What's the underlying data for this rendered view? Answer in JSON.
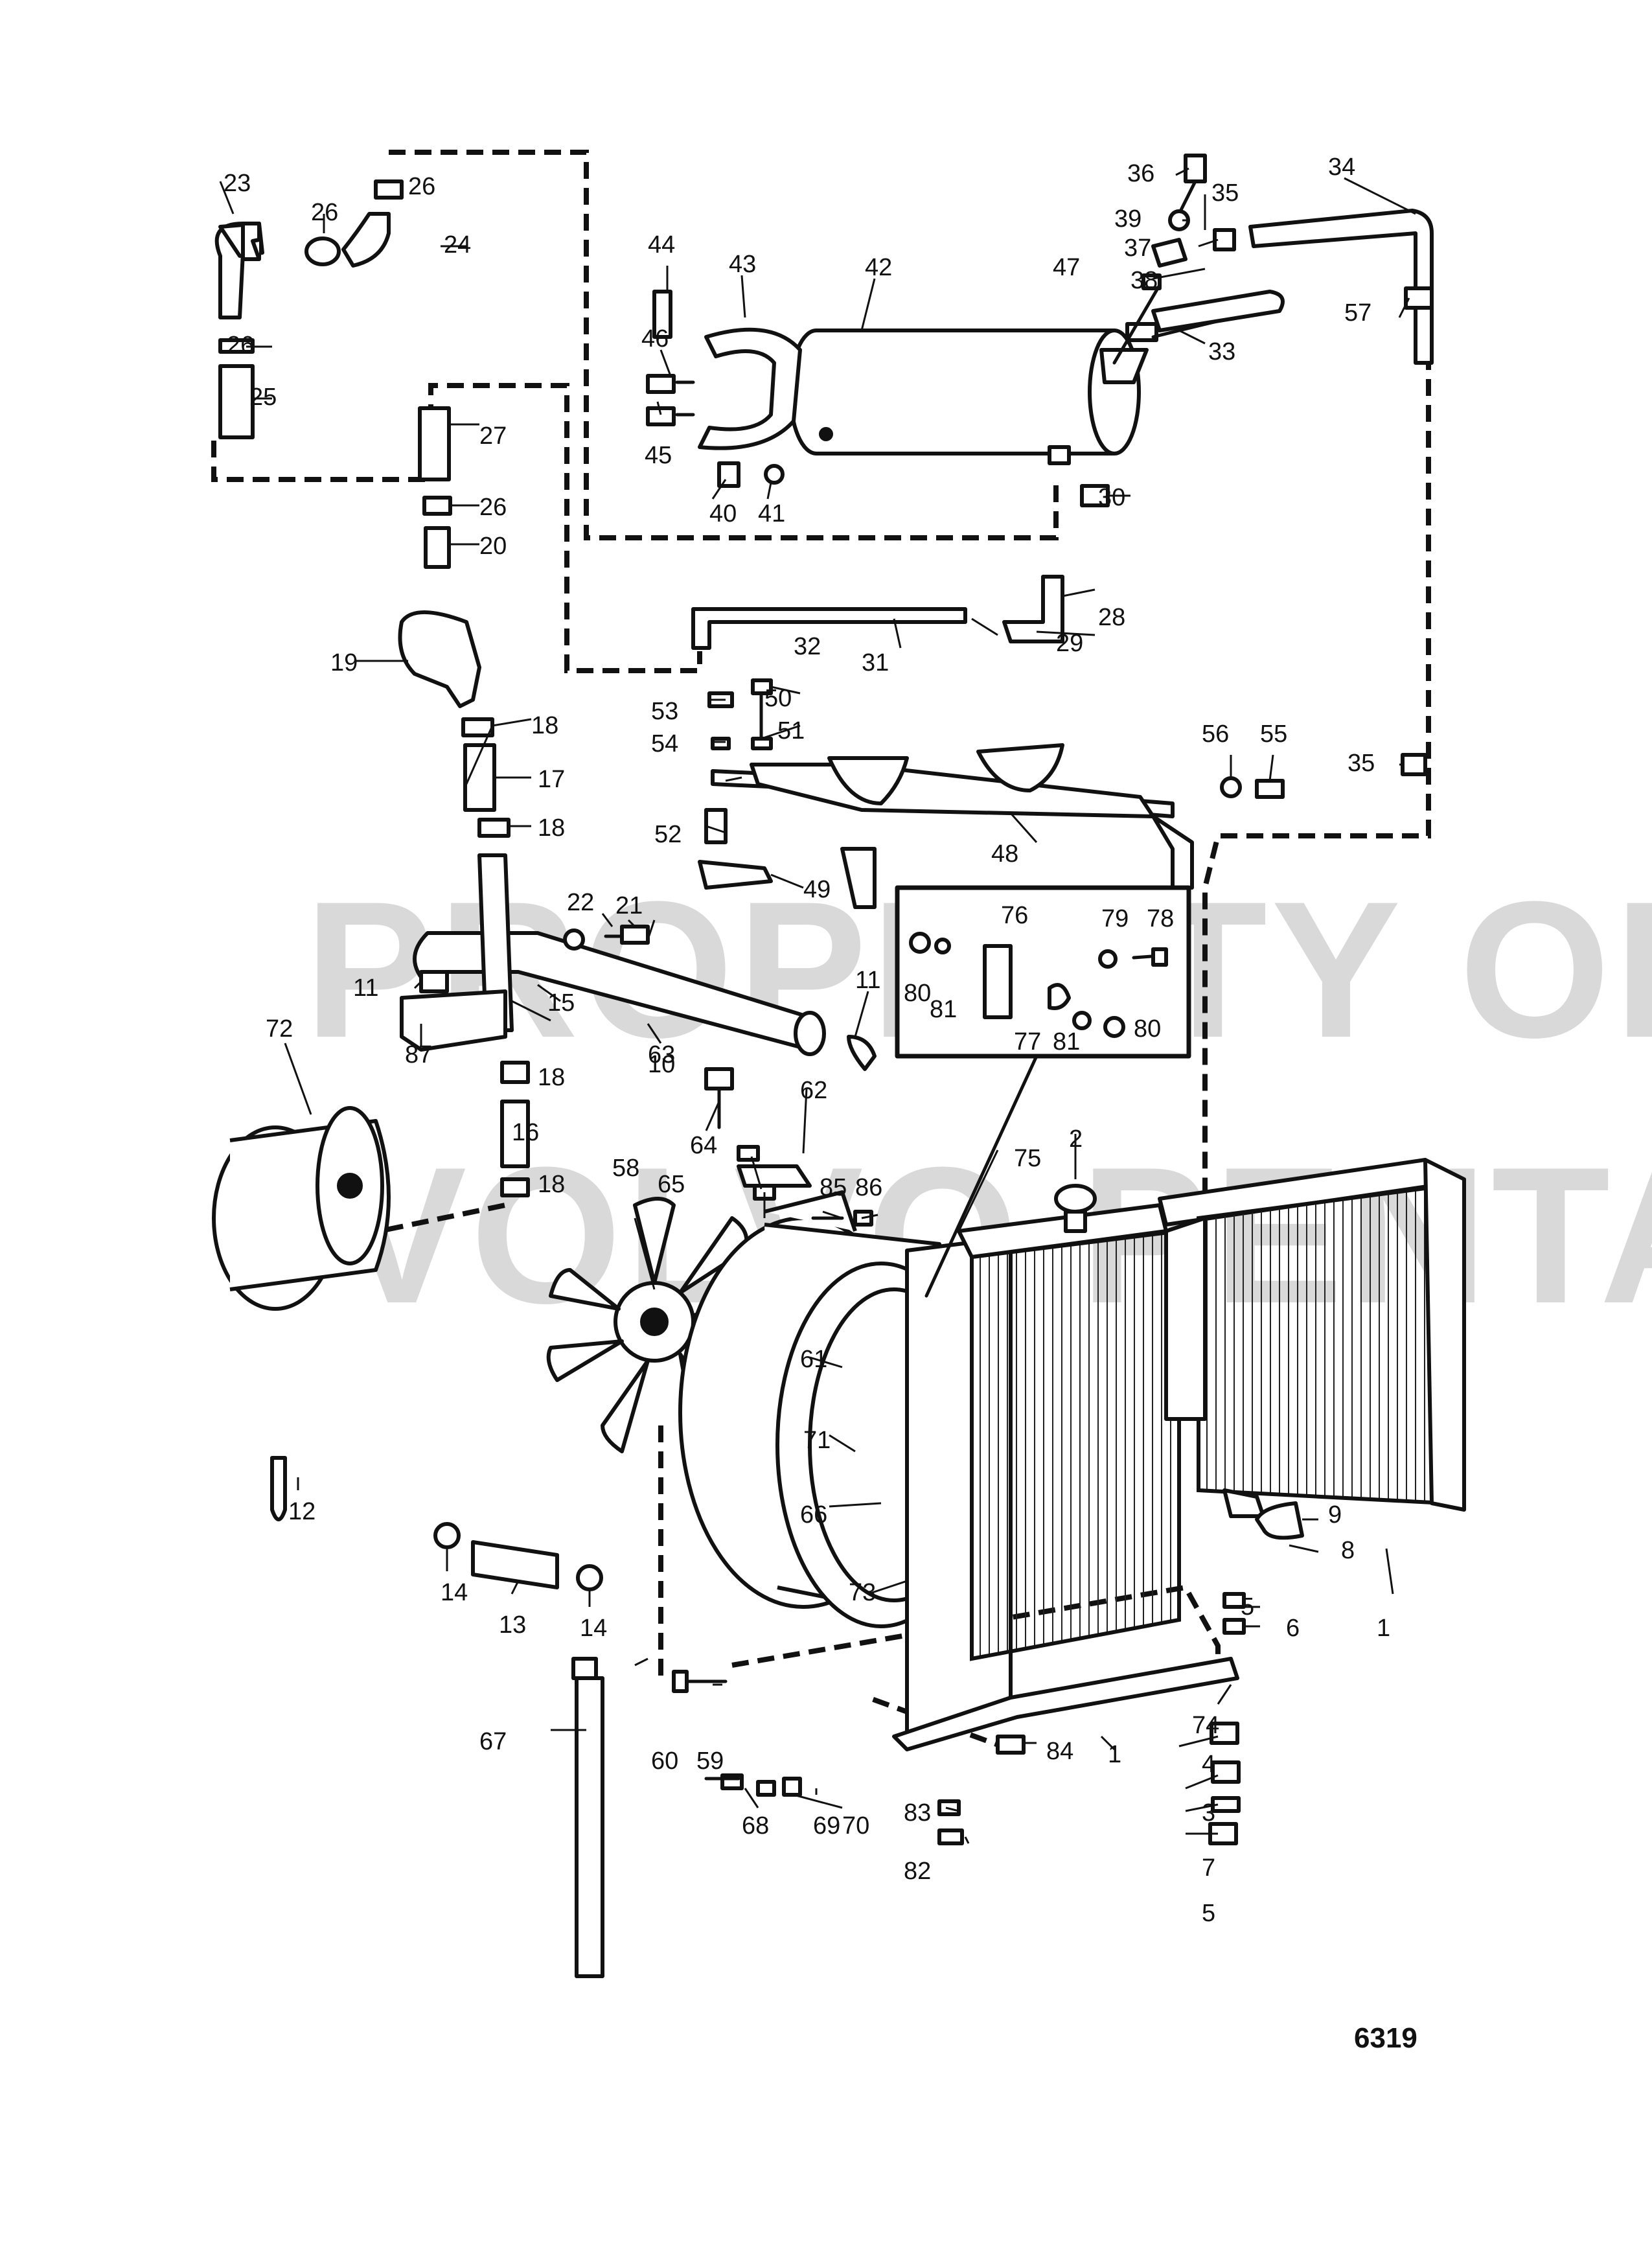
{
  "figure_number": "6319",
  "watermark": {
    "line1": "PROPERTY OF",
    "line2": "VOLVO PENTA"
  },
  "part_numbers": [
    "1",
    "2",
    "3",
    "4",
    "5",
    "6",
    "7",
    "8",
    "9",
    "10",
    "11",
    "12",
    "13",
    "14",
    "15",
    "16",
    "17",
    "18",
    "19",
    "20",
    "21",
    "22",
    "23",
    "24",
    "25",
    "26",
    "27",
    "28",
    "29",
    "30",
    "31",
    "32",
    "33",
    "34",
    "35",
    "36",
    "37",
    "38",
    "39",
    "40",
    "41",
    "42",
    "43",
    "44",
    "45",
    "46",
    "47",
    "48",
    "49",
    "50",
    "51",
    "52",
    "53",
    "54",
    "55",
    "56",
    "57",
    "58",
    "59",
    "60",
    "61",
    "62",
    "63",
    "64",
    "65",
    "66",
    "67",
    "68",
    "69",
    "70",
    "71",
    "72",
    "73",
    "74",
    "75",
    "76",
    "77",
    "78",
    "79",
    "80",
    "81",
    "82",
    "83",
    "84",
    "85",
    "86",
    "87"
  ]
}
